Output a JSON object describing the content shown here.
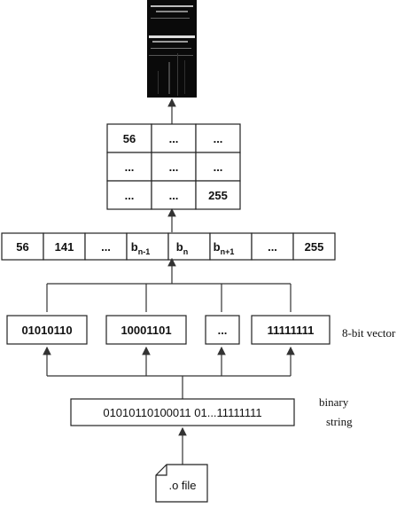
{
  "grid": {
    "cells": [
      [
        "56",
        "...",
        "..."
      ],
      [
        "...",
        "...",
        "..."
      ],
      [
        "...",
        "...",
        "255"
      ]
    ]
  },
  "byte_row": {
    "cells": [
      "56",
      "141",
      "...",
      "b",
      "b",
      "b",
      "...",
      "255"
    ],
    "subscripts": [
      "",
      "",
      "",
      "n-1",
      "n",
      "n+1",
      "",
      ""
    ]
  },
  "vectors": {
    "items": [
      "01010110",
      "10001101",
      "...",
      "11111111"
    ],
    "label": "8-bit vector"
  },
  "binary": {
    "value": "01010110100011 01...11111111",
    "label_line1": "binary",
    "label_line2": "string"
  },
  "file": {
    "label": ".o file"
  },
  "colors": {
    "stroke": "#222222",
    "image_bg": "#0a0a0a"
  }
}
